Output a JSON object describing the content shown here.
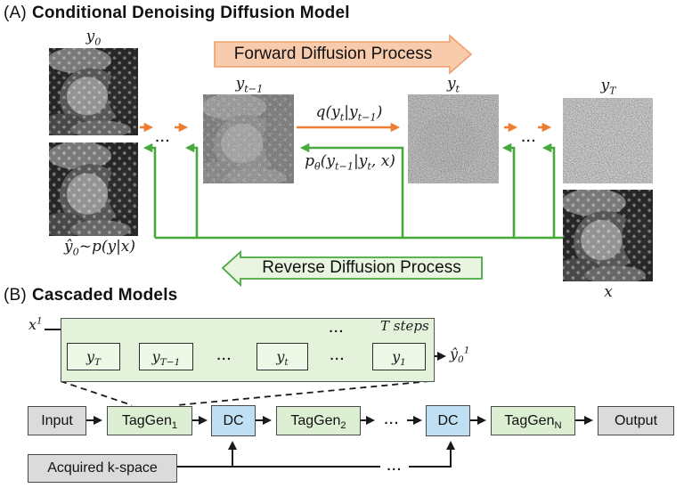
{
  "colors": {
    "orange_arrow": "#ED7D31",
    "orange_banner_fill": "#F8CBAD",
    "orange_banner_stroke": "#EFA070",
    "green_arrow": "#47A83C",
    "green_banner_fill": "#E9F5E1",
    "big_box_fill": "#E4F2DB",
    "step_box_fill": "#EDF8E6",
    "taggen_fill": "#DCEFD2",
    "dc_fill": "#BFE0F2",
    "io_fill": "#DBDBDB"
  },
  "panel_a": {
    "title_prefix": "(A)",
    "title": "Conditional Denoising Diffusion Model",
    "forward_banner": "Forward Diffusion Process",
    "reverse_banner": "Reverse Diffusion Process",
    "dots": "...",
    "eq_forward": [
      {
        "t": "q(y"
      },
      {
        "sub": "t"
      },
      {
        "t": "|y"
      },
      {
        "sub": "t−1"
      },
      {
        "t": ")"
      }
    ],
    "eq_reverse": [
      {
        "t": "p"
      },
      {
        "sub": "θ"
      },
      {
        "t": "(y"
      },
      {
        "sub": "t−1"
      },
      {
        "t": "|y"
      },
      {
        "sub": "t"
      },
      {
        "t": ", x)"
      }
    ],
    "labels": {
      "y0": [
        {
          "t": "y"
        },
        {
          "sub": "0"
        }
      ],
      "yt1": [
        {
          "t": "y"
        },
        {
          "sub": "t−1"
        }
      ],
      "yt": [
        {
          "t": "y"
        },
        {
          "sub": "t"
        }
      ],
      "yT": [
        {
          "t": "y"
        },
        {
          "sub": "T"
        }
      ],
      "x": [
        {
          "t": "x"
        }
      ],
      "yhat": [
        {
          "t": "ŷ"
        },
        {
          "sub": "0"
        },
        {
          "t": "~p(y|x)"
        }
      ]
    }
  },
  "panel_b": {
    "title_prefix": "(B)",
    "title": "Cascaded Models",
    "t_steps": "T steps",
    "dots": "...",
    "x1": [
      {
        "t": "x"
      },
      {
        "sup": "1"
      }
    ],
    "yhat1": [
      {
        "t": "ŷ"
      },
      {
        "sub": "0"
      },
      {
        "sup": "1"
      }
    ],
    "steps": {
      "yT": [
        {
          "t": "y"
        },
        {
          "sub": "T"
        }
      ],
      "yT1": [
        {
          "t": "y"
        },
        {
          "sub": "T−1"
        }
      ],
      "yt": [
        {
          "t": "y"
        },
        {
          "sub": "t"
        }
      ],
      "y1": [
        {
          "t": "y"
        },
        {
          "sub": "1"
        }
      ]
    },
    "boxes": {
      "input": "Input",
      "taggen1": [
        {
          "t": "TagGen"
        },
        {
          "sub": "1"
        }
      ],
      "dc1": "DC",
      "taggen2": [
        {
          "t": "TagGen"
        },
        {
          "sub": "2"
        }
      ],
      "dc2": "DC",
      "taggenN": [
        {
          "t": "TagGen"
        },
        {
          "sub": "N"
        }
      ],
      "output": "Output",
      "kspace": "Acquired k-space"
    }
  }
}
